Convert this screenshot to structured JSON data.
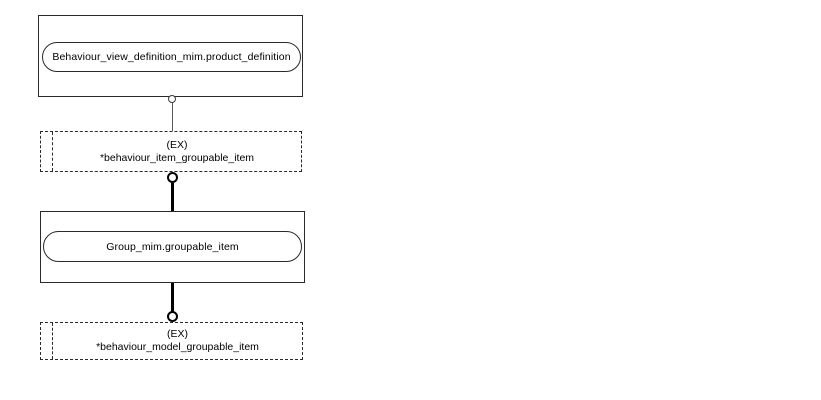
{
  "diagram": {
    "type": "express-g-instance-diagram",
    "nodes": {
      "product_definition": {
        "label": "Behaviour_view_definition_mim.product_definition"
      },
      "groupable_item": {
        "label": "Group_mim.groupable_item"
      }
    },
    "references": {
      "behaviour_item_groupable_item": {
        "tag": "(EX)",
        "label": "*behaviour_item_groupable_item"
      },
      "behaviour_model_groupable_item": {
        "tag": "(EX)",
        "label": "*behaviour_model_groupable_item"
      }
    },
    "connectors": [
      {
        "from": "product_definition",
        "to": "behaviour_item_groupable_item",
        "terminator": "open-circle-thin"
      },
      {
        "from": "behaviour_item_groupable_item",
        "to": "groupable_item",
        "terminator": "open-circle-thick"
      },
      {
        "from": "groupable_item",
        "to": "behaviour_model_groupable_item",
        "terminator": "open-circle-thick"
      }
    ]
  },
  "colors": {
    "stroke": "#2a2a2a",
    "thick_line": "#000000",
    "thin_line": "#5a5a5a",
    "background": "#ffffff"
  }
}
